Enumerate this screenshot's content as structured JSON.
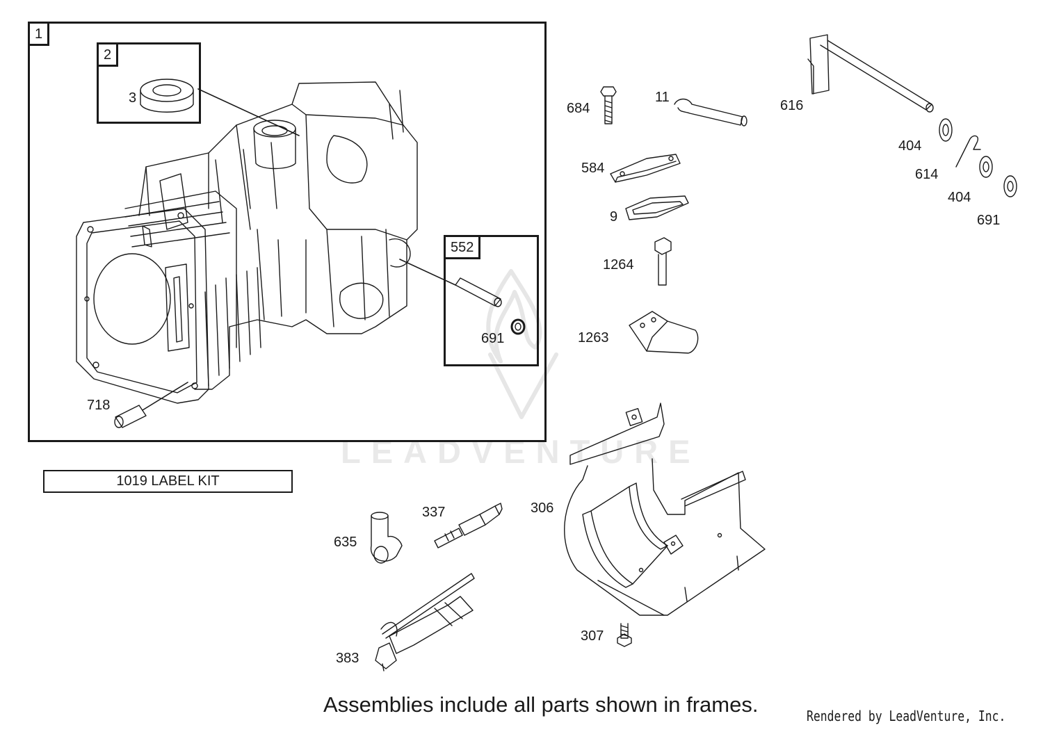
{
  "frames": {
    "engine_block": {
      "tag": "1"
    },
    "seal_frame": {
      "tag": "2"
    },
    "pin_frame": {
      "tag": "552"
    }
  },
  "callouts": [
    {
      "id": "3",
      "label": "3"
    },
    {
      "id": "718",
      "label": "718"
    },
    {
      "id": "691-frame",
      "label": "691"
    },
    {
      "id": "684",
      "label": "684"
    },
    {
      "id": "11",
      "label": "11"
    },
    {
      "id": "616",
      "label": "616"
    },
    {
      "id": "404-a",
      "label": "404"
    },
    {
      "id": "614",
      "label": "614"
    },
    {
      "id": "404-b",
      "label": "404"
    },
    {
      "id": "691",
      "label": "691"
    },
    {
      "id": "584",
      "label": "584"
    },
    {
      "id": "9",
      "label": "9"
    },
    {
      "id": "1264",
      "label": "1264"
    },
    {
      "id": "1263",
      "label": "1263"
    },
    {
      "id": "337",
      "label": "337"
    },
    {
      "id": "306",
      "label": "306"
    },
    {
      "id": "635",
      "label": "635"
    },
    {
      "id": "307",
      "label": "307"
    },
    {
      "id": "383",
      "label": "383"
    }
  ],
  "label_kit": "1019 LABEL KIT",
  "footer_note": "Assemblies include all parts shown in frames.",
  "credit": "Rendered by LeadVenture, Inc.",
  "watermark": "LEADVENTURE"
}
